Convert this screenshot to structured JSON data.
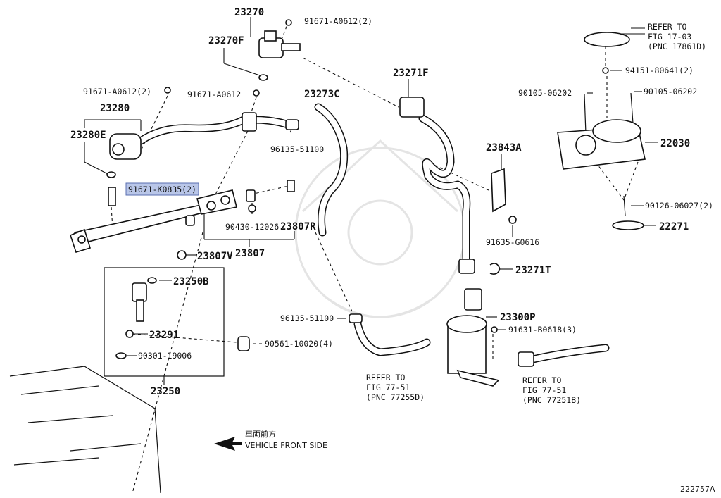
{
  "labels": {
    "p23270": "23270",
    "p23270F": "23270F",
    "p91671_A0612_2_top": "91671-A0612(2)",
    "p91671_A0612_2_left": "91671-A0612(2)",
    "p91671_A0612": "91671-A0612",
    "p23280": "23280",
    "p23280E": "23280E",
    "p91671_K0835": "91671-K0835(2)",
    "p23273C": "23273C",
    "p96135_51100_a": "96135-51100",
    "p96135_51100_b": "96135-51100",
    "p23271F": "23271F",
    "p90430_12026": "90430-12026",
    "p23807R": "23807R",
    "p23807": "23807",
    "p23807V": "23807V",
    "p23250B": "23250B",
    "p23291": "23291",
    "p90301_19006": "90301-19006",
    "p23250": "23250",
    "p90561_10020": "90561-10020(4)",
    "p23843A": "23843A",
    "p91635_G0616": "91635-G0616",
    "p23271T": "23271T",
    "p23300P": "23300P",
    "p91631_B0618": "91631-B0618(3)",
    "p94151_80641": "94151-80641(2)",
    "p90105_06202_a": "90105-06202",
    "p90105_06202_b": "90105-06202",
    "p22030": "22030",
    "p90126_06027": "90126-06027(2)",
    "p22271": "22271"
  },
  "refs": {
    "r17": [
      "REFER TO",
      "FIG 17-03",
      "(PNC 17861D)"
    ],
    "r77a": [
      "REFER TO",
      "FIG 77-51",
      "(PNC 77255D)"
    ],
    "r77b": [
      "REFER TO",
      "FIG 77-51",
      "(PNC 77251B)"
    ]
  },
  "direction": {
    "jp": "車両前方",
    "en": "VEHICLE FRONT SIDE"
  },
  "diagram_code": "222757A",
  "highlight_color": "#b9c6e8"
}
